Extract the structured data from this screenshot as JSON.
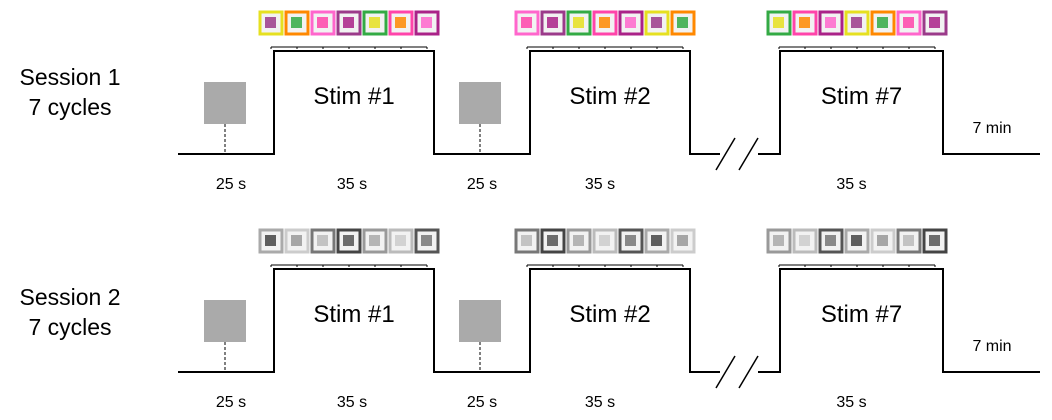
{
  "sessions": [
    {
      "title": "Session 1",
      "subtitle": "7 cycles",
      "color_mode": "color",
      "blocks": [
        {
          "label": "Stim #1",
          "duration": "35 s",
          "pre_rest": "25 s"
        },
        {
          "label": "Stim #2",
          "duration": "35 s",
          "pre_rest": "25 s"
        },
        {
          "label": "Stim #7",
          "duration": "35 s",
          "pre_rest": ""
        }
      ],
      "final_rest": "7 min"
    },
    {
      "title": "Session 2",
      "subtitle": "7 cycles",
      "color_mode": "gray",
      "blocks": [
        {
          "label": "Stim #1",
          "duration": "35 s",
          "pre_rest": "25 s"
        },
        {
          "label": "Stim #2",
          "duration": "35 s",
          "pre_rest": "25 s"
        },
        {
          "label": "Stim #7",
          "duration": "35 s",
          "pre_rest": ""
        }
      ],
      "final_rest": "7 min"
    }
  ],
  "palette": {
    "line": "#000000",
    "rest_square": "#aaaaaa",
    "stim_colors": [
      "#e6e020",
      "#ff8800",
      "#ff66cc",
      "#9b3a8a",
      "#33aa44",
      "#ff44aa",
      "#aa2288"
    ],
    "stim_grays": [
      "#aaaaaa",
      "#cccccc",
      "#777777",
      "#444444",
      "#999999",
      "#bbbbbb",
      "#555555"
    ]
  }
}
